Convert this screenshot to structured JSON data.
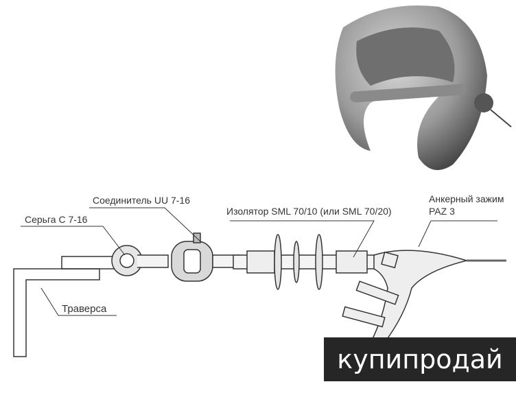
{
  "labels": {
    "connector": "Соединитель UU 7-16",
    "shackle": "Серьга С 7-16",
    "insulator": "Изолятор SML 70/10 (или SML 70/20)",
    "clamp_line1": "Анкерный зажим",
    "clamp_line2": "PAZ 3",
    "crossarm": "Траверса"
  },
  "watermark": "купипродай"
}
